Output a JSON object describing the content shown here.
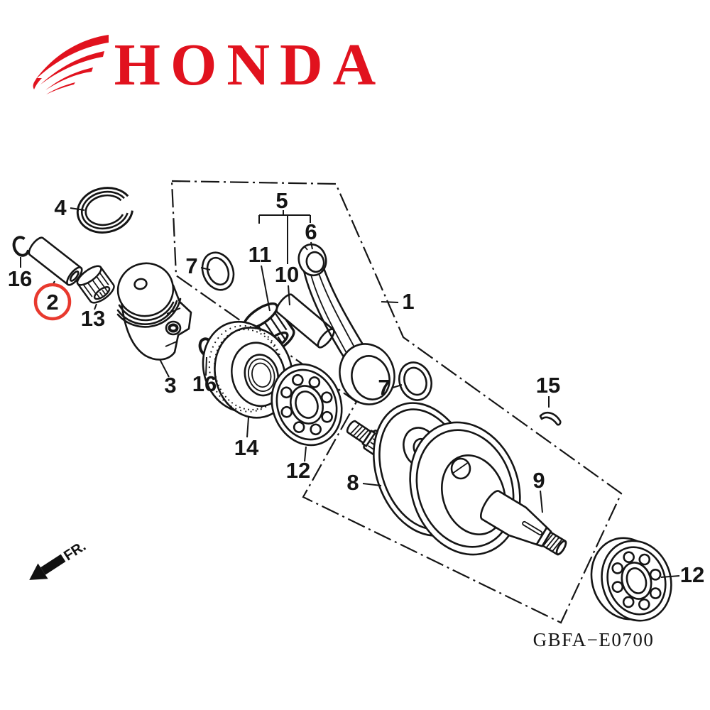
{
  "brand": {
    "wordmark": "HONDA",
    "color": "#e1121e"
  },
  "figure": {
    "code": "GBFA−E0700",
    "fr_label": "FR.",
    "highlight_color": "#e8392e",
    "callouts": [
      {
        "id": "c4",
        "text": "4"
      },
      {
        "id": "c16a",
        "text": "16"
      },
      {
        "id": "c2",
        "text": "2",
        "highlighted": true
      },
      {
        "id": "c13",
        "text": "13"
      },
      {
        "id": "c3",
        "text": "3"
      },
      {
        "id": "c16b",
        "text": "16"
      },
      {
        "id": "c7a",
        "text": "7"
      },
      {
        "id": "c5",
        "text": "5"
      },
      {
        "id": "c11",
        "text": "11"
      },
      {
        "id": "c10",
        "text": "10"
      },
      {
        "id": "c6",
        "text": "6"
      },
      {
        "id": "c1",
        "text": "1"
      },
      {
        "id": "c7b",
        "text": "7"
      },
      {
        "id": "c14",
        "text": "14"
      },
      {
        "id": "c12a",
        "text": "12"
      },
      {
        "id": "c8",
        "text": "8"
      },
      {
        "id": "c9",
        "text": "9"
      },
      {
        "id": "c15",
        "text": "15"
      },
      {
        "id": "c12b",
        "text": "12"
      }
    ]
  }
}
